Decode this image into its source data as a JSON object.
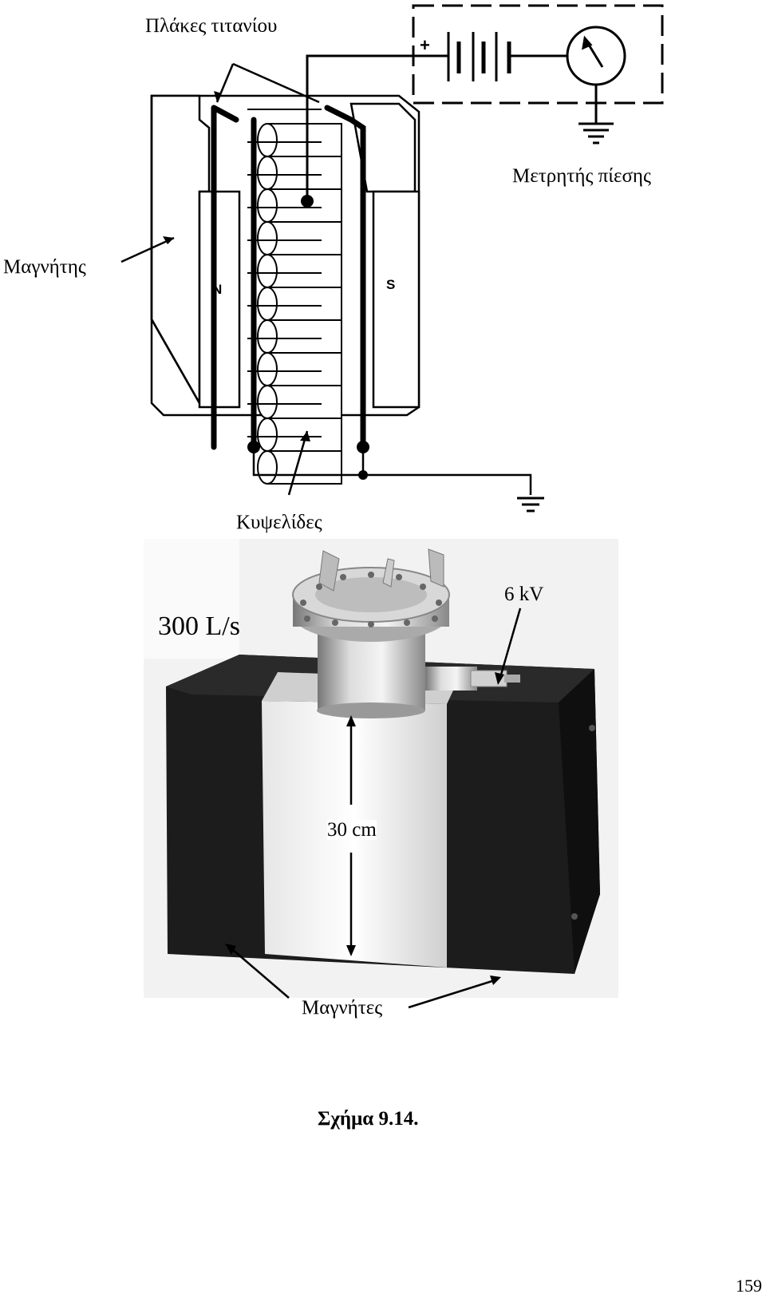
{
  "diagram": {
    "label_titanium_plates": "Πλάκες τιτανίου",
    "label_pressure_gauge": "Μετρητής πίεσης",
    "label_magnet": "Μαγνήτης",
    "label_cells": "Κυψελίδες",
    "pole_n": "N",
    "pole_s": "S",
    "battery_plus": "+"
  },
  "photo": {
    "label_speed": "300 L/s",
    "label_voltage": "6 kV",
    "label_height": "30 cm",
    "label_magnets": "Μαγνήτες"
  },
  "caption": "Σχήμα 9.14.",
  "page_number": "159"
}
